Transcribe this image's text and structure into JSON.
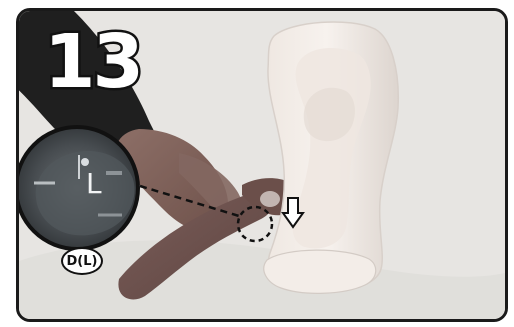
{
  "step": {
    "number": "13"
  },
  "zoom": {
    "label": "D(L)",
    "mark": "L"
  },
  "icons": {
    "arrow": "down-arrow-icon"
  }
}
